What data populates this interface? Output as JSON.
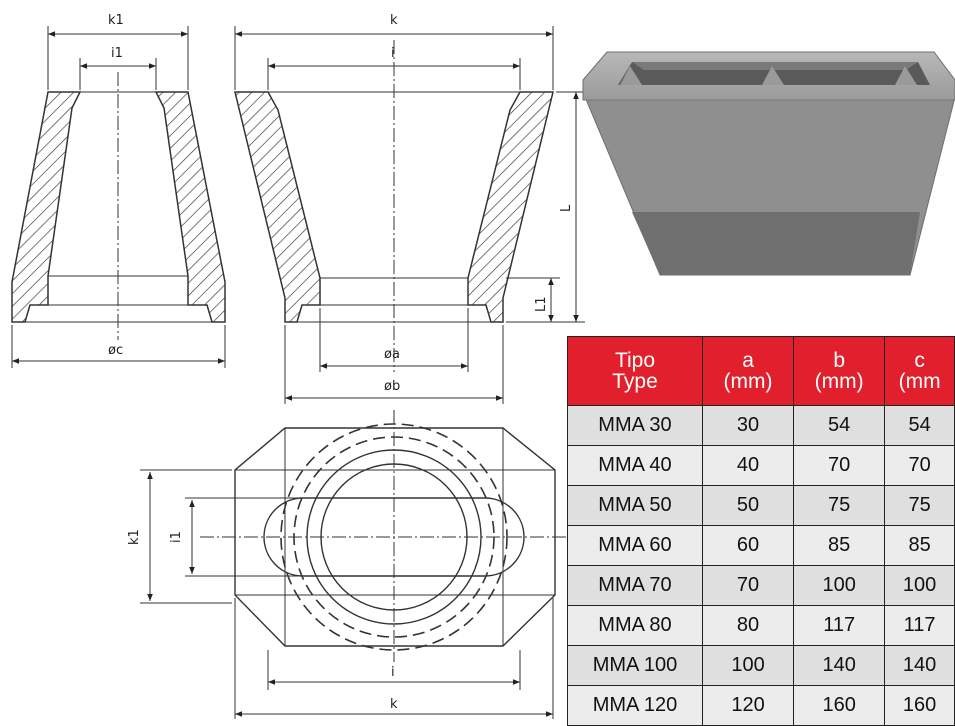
{
  "drawing": {
    "labels": {
      "k1_top": "k1",
      "i1_top": "i1",
      "k_top": "k",
      "i_top": "i",
      "L": "L",
      "L1": "L1",
      "oc": "øc",
      "oa": "øa",
      "ob": "øb",
      "k1_side": "k1",
      "i1_side": "i1",
      "i_bottom": "i",
      "k_bottom": "k"
    }
  },
  "table": {
    "headers": [
      {
        "line1": "Tipo",
        "line2": "Type"
      },
      {
        "line1": "a",
        "line2": "(mm)"
      },
      {
        "line1": "b",
        "line2": "(mm)"
      },
      {
        "line1": "c",
        "line2": "(mm"
      }
    ],
    "rows": [
      [
        "MMA 30",
        "30",
        "54",
        "54"
      ],
      [
        "MMA 40",
        "40",
        "70",
        "70"
      ],
      [
        "MMA 50",
        "50",
        "75",
        "75"
      ],
      [
        "MMA 60",
        "60",
        "85",
        "85"
      ],
      [
        "MMA 70",
        "70",
        "100",
        "100"
      ],
      [
        "MMA 80",
        "80",
        "117",
        "117"
      ],
      [
        "MMA 100",
        "100",
        "140",
        "140"
      ],
      [
        "MMA 120",
        "120",
        "160",
        "160"
      ]
    ]
  },
  "colors": {
    "header_red": "#e2202d",
    "cell_gray": "#dfdfdf",
    "block_gray": "#8f8f8f"
  }
}
